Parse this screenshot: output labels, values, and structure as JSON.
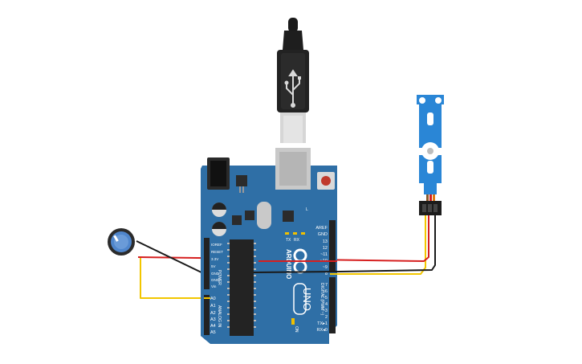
{
  "colors": {
    "board": "#2f6fa6",
    "board_dark": "#1f5789",
    "header": "#222222",
    "wire_red": "#d61f1f",
    "wire_black": "#1a1a1a",
    "wire_yellow": "#f2c600",
    "servo": "#2a86d6",
    "pot_knob": "#4f86cc"
  },
  "board": {
    "brand": "ARDUINO",
    "model": "UNO",
    "l_label": "L",
    "tx_label": "TX",
    "rx_label": "RX",
    "on_label": "ON",
    "power_label": "POWER",
    "analog_label": "ANALOG IN",
    "digital_label": "DIGITAL (PWM ~)",
    "power_pins": [
      "IOREF",
      "RESET",
      "3.3V",
      "5V",
      "GND",
      "GND",
      "Vin"
    ],
    "analog_pins": [
      "A0",
      "A1",
      "A2",
      "A3",
      "A4",
      "A5"
    ],
    "digital_top": [
      "AREF",
      "GND",
      "13",
      "12",
      "~11",
      "~10",
      "~9",
      "8"
    ],
    "digital_bottom": [
      "7",
      "~6",
      "~5",
      "4",
      "~3",
      "2",
      "TX▸1",
      "RX◂0"
    ]
  },
  "icons": [
    "usb-cable-icon",
    "usb-symbol-icon",
    "reset-button-icon",
    "servo-icon",
    "potentiometer-icon"
  ]
}
